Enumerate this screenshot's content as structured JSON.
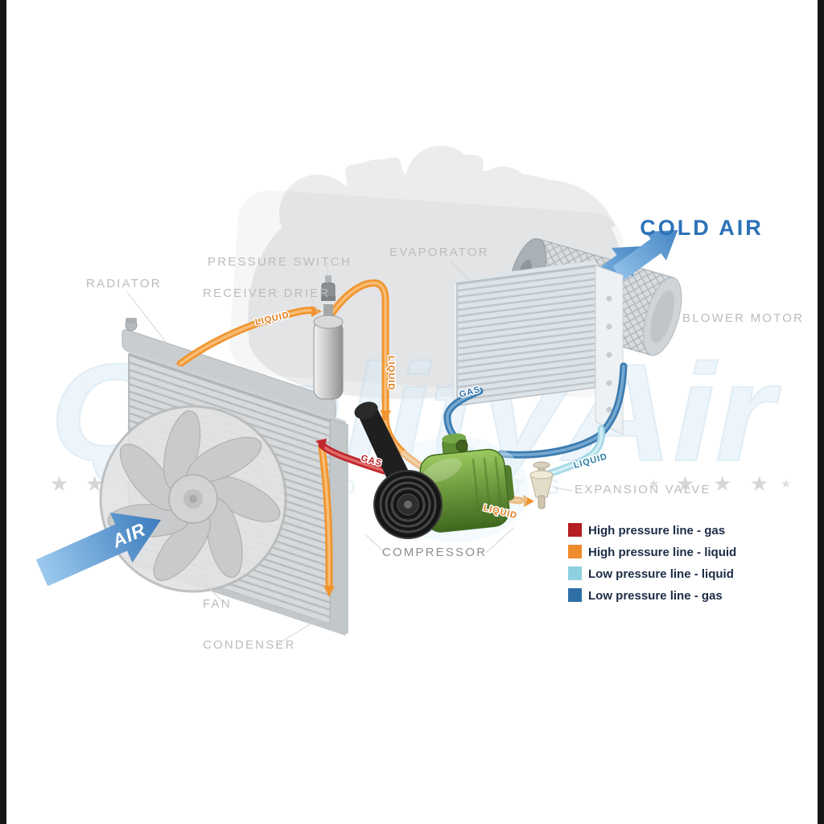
{
  "canvas": {
    "background": "#ffffff",
    "edge_bar_color": "#151515"
  },
  "watermark": {
    "brand": "QualityAir",
    "subtext": "AUTO PARTS",
    "star": "★"
  },
  "labels": {
    "radiator": "RADIATOR",
    "pressure_switch": "PRESSURE SWITCH",
    "receiver_drier": "RECEIVER DRIER",
    "evaporator": "EVAPORATOR",
    "blower_motor": "BLOWER MOTOR",
    "expansion_valve": "EXPANSION VALVE",
    "compressor": "COMPRESSOR",
    "fan": "FAN",
    "condenser": "CONDENSER"
  },
  "flow_labels": {
    "cold_air": "COLD AIR",
    "air": "AIR",
    "liquid": "LIQUID",
    "gas": "GAS"
  },
  "legend": {
    "items": [
      {
        "color": "#b51d23",
        "label": "High pressure line - gas"
      },
      {
        "color": "#ef8b2c",
        "label": "High pressure line - liquid"
      },
      {
        "color": "#8fd0e0",
        "label": "Low pressure line - liquid"
      },
      {
        "color": "#2f6fa8",
        "label": "Low pressure line -  gas"
      }
    ]
  },
  "colors": {
    "high_pressure_gas": "#c2272d",
    "high_pressure_liquid": "#f0952f",
    "low_pressure_liquid": "#a5d8e6",
    "low_pressure_gas": "#3c7cb0",
    "cold_air": "#2b72b8",
    "label_gray": "#bcbcbc"
  }
}
